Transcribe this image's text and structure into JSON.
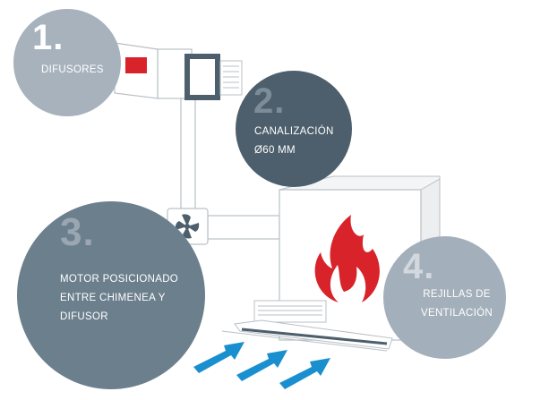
{
  "steps": [
    {
      "number": "1.",
      "lines": [
        "DIFUSORES"
      ]
    },
    {
      "number": "2.",
      "lines": [
        "CANALIZACIÓN",
        "Ø60 MM"
      ]
    },
    {
      "number": "3.",
      "lines": [
        "MOTOR POSICIONADO",
        "ENTRE CHIMENEA Y",
        "DIFUSOR"
      ]
    },
    {
      "number": "4.",
      "lines": [
        "REJILLAS DE",
        "VENTILACIÓN"
      ]
    }
  ],
  "colors": {
    "circle_1": "#a7b2bd",
    "circle_2": "#4d5f6c",
    "circle_3": "#6c7f8d",
    "circle_4": "#a3afba",
    "flame": "#d8232a",
    "arrow": "#1a8fcf",
    "line": "#b9c0c6"
  },
  "icons": [
    "diffuser-icon",
    "fan-motor-icon",
    "fireplace-icon",
    "flame-icon",
    "vent-grille-icon",
    "airflow-arrow-icon"
  ]
}
